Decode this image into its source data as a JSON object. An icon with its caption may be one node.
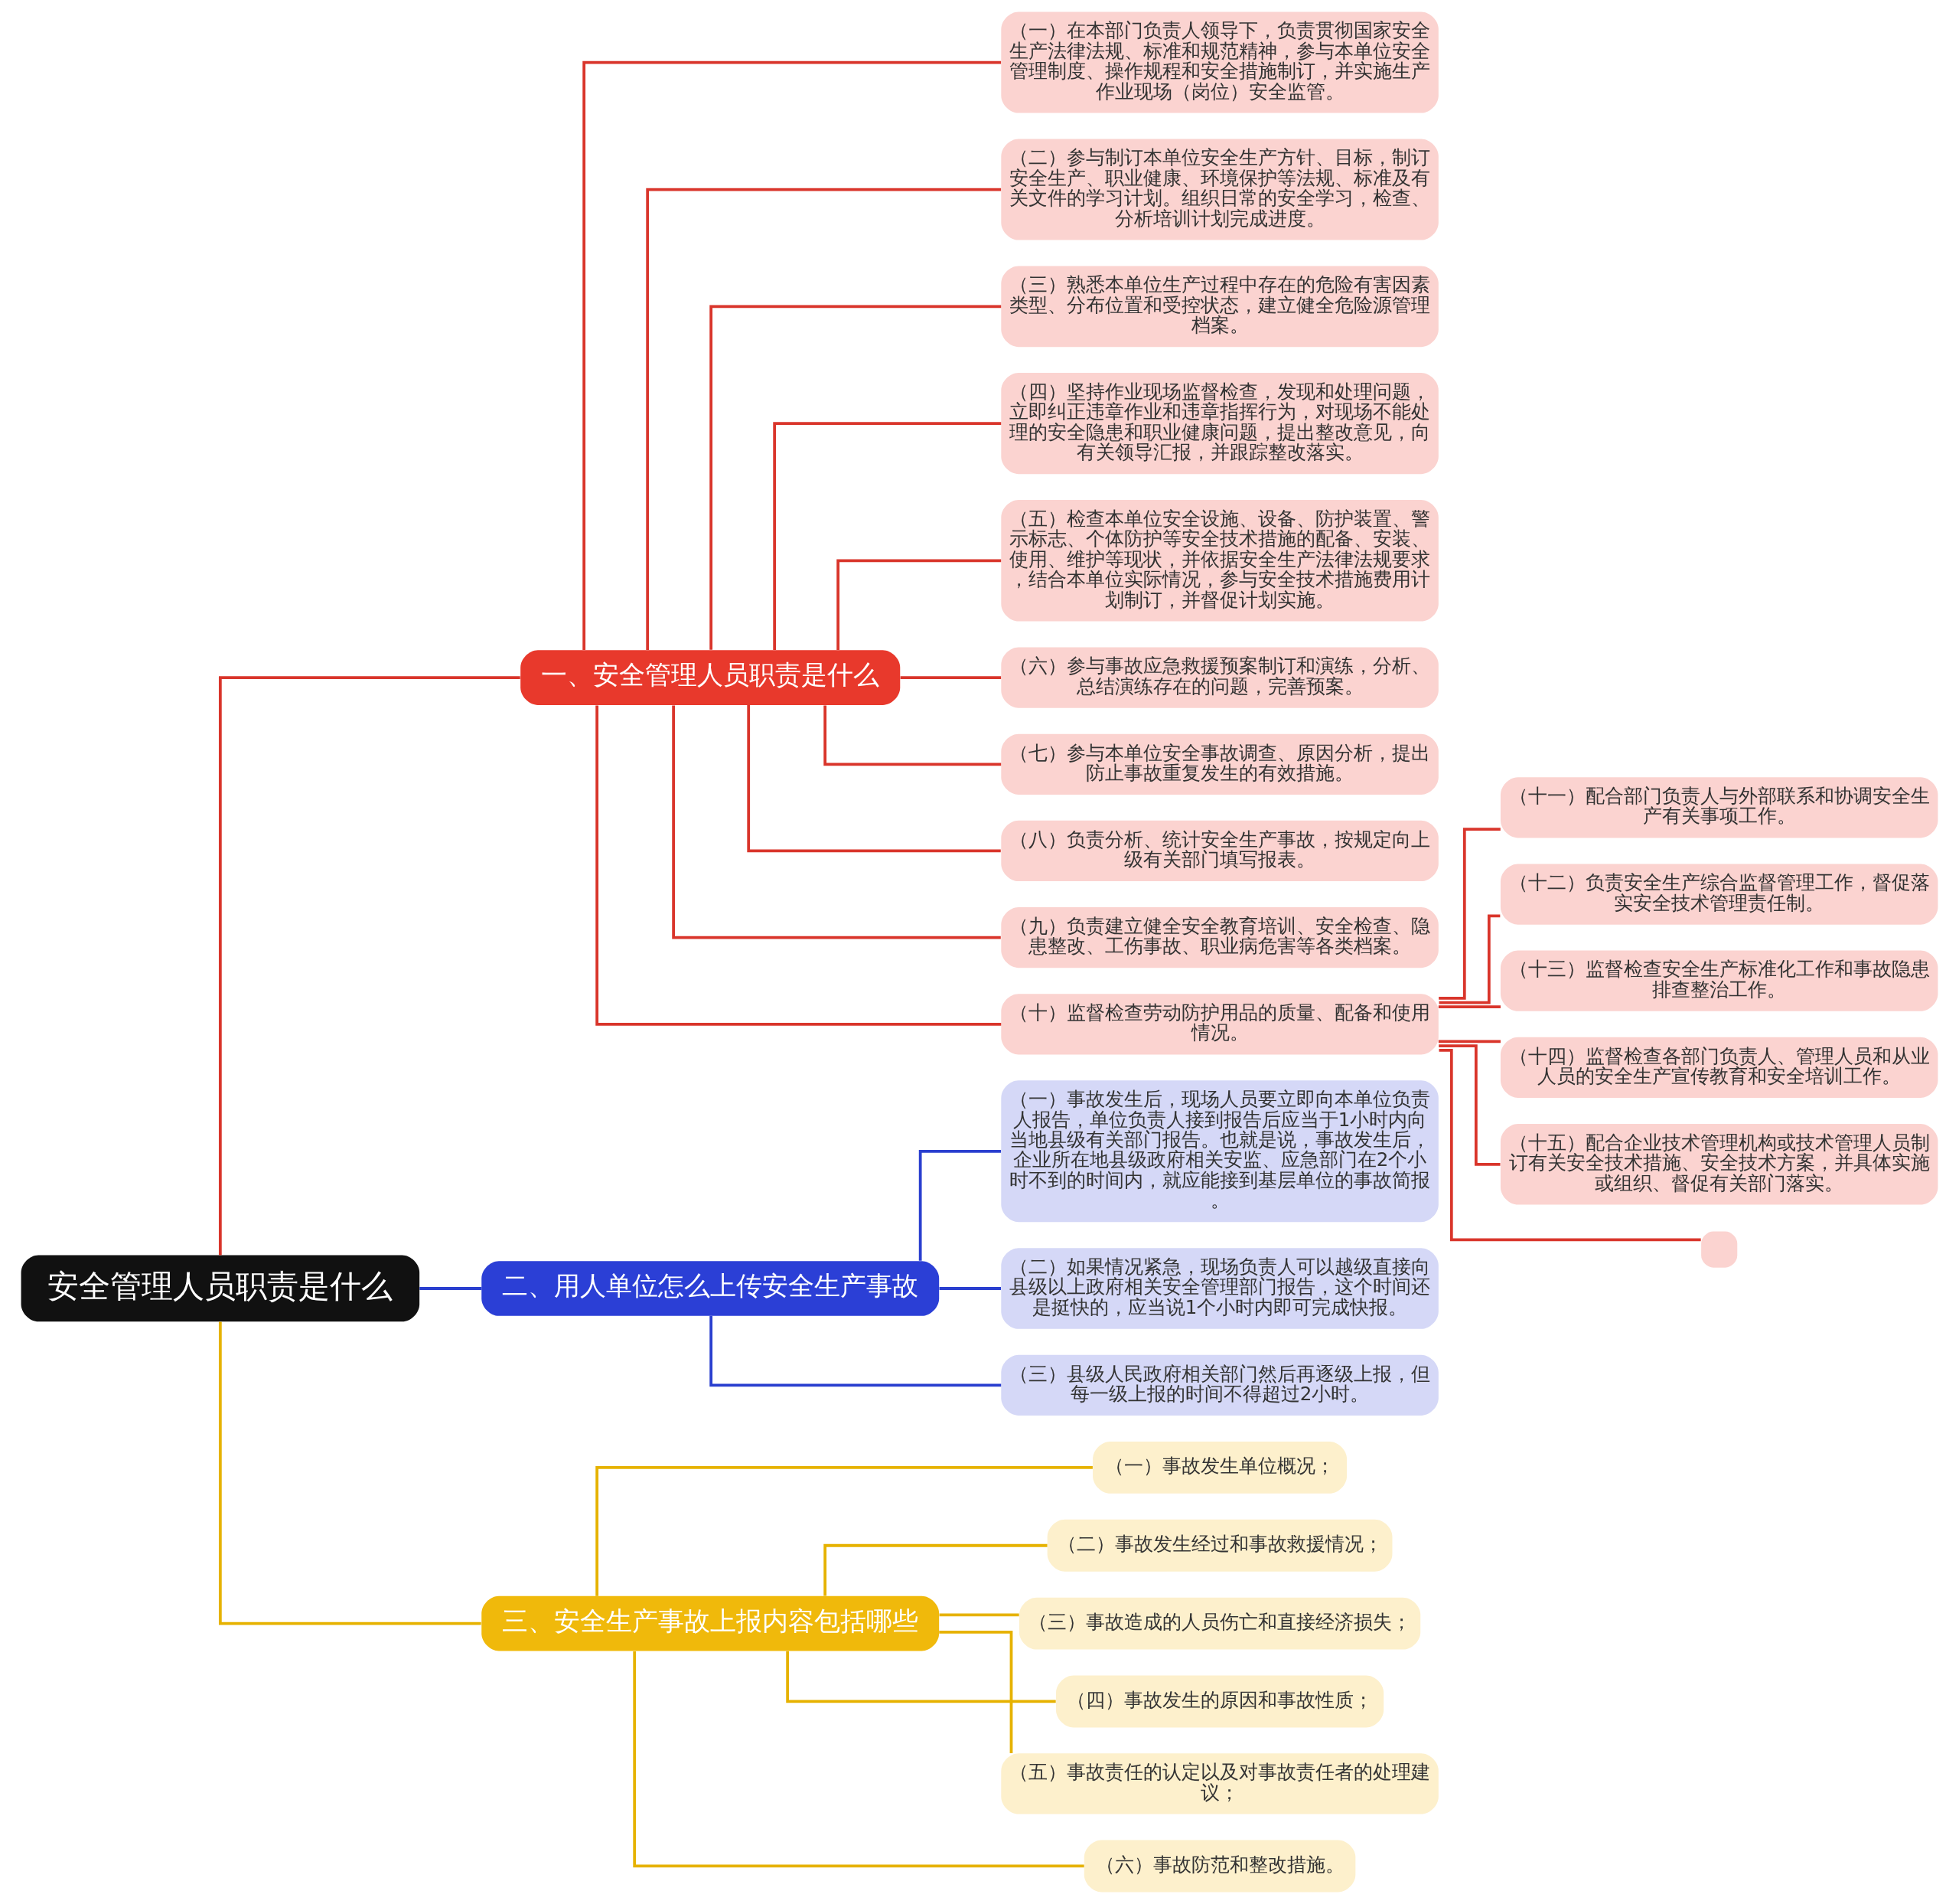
{
  "diagram": {
    "nodes": [
      {
        "text": [
          "安全管理人员职责是什么"
        ]
      },
      {
        "text": [
          "一、安全管理人员职责是什么"
        ]
      },
      {
        "text": [
          "（一）在本部门负责人领导下，负责贯彻国家安全生产法律法规、标准和规范精神，参与本单位安全管理制度、操作规程和安全措施制订，并实施生产作业现场（岗位）安全监管。"
        ]
      },
      {
        "text": [
          "（二）参与制订本单位安全生产方针、目标，制订安全生产、职业健康、环境保护等法规、标准及有关文件的学习计划。组织日常的安全学习，检查、分析培训计划完成进度。"
        ]
      },
      {
        "text": [
          "（三）熟悉本单位生产过程中存在的危险有害因素类型、分布位置和受控状态，建立健全危险源管理档案。"
        ]
      },
      {
        "text": [
          "（四）坚持作业现场监督检查，发现和处理问题，立即纠正违章作业和违章指挥行为，对现场不能处理的安全隐患和职业健康问题，提出整改意见，向有关领导汇报，并跟踪整改落实。"
        ]
      },
      {
        "text": [
          "（五）检查本单位安全设施、设备、防护装置、警示标志、个体防护等安全技术措施的配备、安装、使用、维护等现状，并依据安全生产法律法规要求，结合本单位实际情况，参与安全技术措施费用计划制订，并督促计划实施。"
        ]
      },
      {
        "text": [
          "（六）参与事故应急救援预案制订和演练，分析、总结演练存在的问题，完善预案。"
        ]
      },
      {
        "text": [
          "（七）参与本单位安全事故调查、原因分析，提出防止事故重复发生的有效措施。"
        ]
      },
      {
        "text": [
          "（八）负责分析、统计安全生产事故，按规定向上级有关部门填写报表。"
        ]
      },
      {
        "text": [
          "（九）负责建立健全安全教育培训、安全检查、隐患整改、工伤事故、职业病危害等各类档案。"
        ]
      },
      {
        "text": [
          "（十）监督检查劳动防护用品的质量、配备和使用情况。"
        ]
      },
      {
        "text": [
          "（十一）配合部门负责人与外部联系和协调安全生产有关事项工作。"
        ]
      },
      {
        "text": [
          "（十二）负责安全生产综合监督管理工作，督促落实安全技术管理责任制。"
        ]
      },
      {
        "text": [
          "（十三）监督检查安全生产标准化工作和事故隐患排查整治工作。"
        ]
      },
      {
        "text": [
          "（十四）监督检查各部门负责人、管理人员和从业人员的安全生产宣传教育和安全培训工作。"
        ]
      },
      {
        "text": [
          "（十五）配合企业技术管理机构或技术管理人员制订有关安全技术措施、安全技术方案，并具体实施或组织、督促有关部门落实。"
        ]
      },
      {
        "text": [],
        "shape": "box"
      },
      {
        "text": [
          "二、用人单位怎么上传安全生产事故"
        ]
      },
      {
        "text": [
          "（一）事故发生后，现场人员要立即向本单位负责人报告，单位负责人接到报告后应当于1小时内向当地县级有关部门报告。也就是说，事故发生后，企业所在地县级政府相关安监、应急部门在2个小时不到的时间内，就应能接到基层单位的事故简报。"
        ]
      },
      {
        "text": [
          "（二）如果情况紧急，现场负责人可以越级直接向县级以上政府相关安全管理部门报告，这个时间还是挺快的，应当说1个小时内即可完成快报。"
        ]
      },
      {
        "text": [
          "（三）县级人民政府相关部门然后再逐级上报，但每一级上报的时间不得超过2小时。"
        ]
      },
      {
        "text": [
          "三、安全生产事故上报内容包括哪些"
        ]
      },
      {
        "text": [
          "（一）事故发生单位概况；"
        ]
      },
      {
        "text": [
          "（二）事故发生经过和事故救援情况；"
        ]
      },
      {
        "text": [
          "（三）事故造成的人员伤亡和直接经济损失；"
        ]
      },
      {
        "text": [
          "（四）事故发生的原因和事故性质；"
        ]
      },
      {
        "text": [
          "（五）事故责任的认定以及对事故责任者的处理建议；"
        ]
      },
      {
        "text": [
          "（六）事故防范和整改措施。"
        ]
      }
    ],
    "edges": [
      {
        "from": 0,
        "to": 1,
        "arrow": "none"
      },
      {
        "from": 1,
        "to": 2,
        "arrow": "none"
      },
      {
        "from": 1,
        "to": 3,
        "arrow": "none"
      },
      {
        "from": 1,
        "to": 4,
        "arrow": "none"
      },
      {
        "from": 1,
        "to": 5,
        "arrow": "none"
      },
      {
        "from": 1,
        "to": 6,
        "arrow": "none"
      },
      {
        "from": 1,
        "to": 7,
        "arrow": "none"
      },
      {
        "from": 1,
        "to": 8,
        "arrow": "none"
      },
      {
        "from": 1,
        "to": 9,
        "arrow": "none"
      },
      {
        "from": 1,
        "to": 10,
        "arrow": "none"
      },
      {
        "from": 1,
        "to": 11,
        "arrow": "none"
      },
      {
        "from": 11,
        "to": 12,
        "arrow": "none"
      },
      {
        "from": 11,
        "to": 13,
        "arrow": "none"
      },
      {
        "from": 11,
        "to": 14,
        "arrow": "none"
      },
      {
        "from": 11,
        "to": 15,
        "arrow": "none"
      },
      {
        "from": 11,
        "to": 16,
        "arrow": "none"
      },
      {
        "from": 11,
        "to": 17,
        "arrow": "none"
      },
      {
        "from": 0,
        "to": 18,
        "arrow": "none",
        "color": "#2a3fcf"
      },
      {
        "from": 18,
        "to": 19,
        "arrow": "none",
        "color": "#2a3fcf"
      },
      {
        "from": 18,
        "to": 20,
        "arrow": "none",
        "color": "#2a3fcf"
      },
      {
        "from": 18,
        "to": 21,
        "arrow": "none",
        "color": "#2a3fcf"
      },
      {
        "from": 0,
        "to": 22,
        "arrow": "none",
        "color": "#e6b200"
      },
      {
        "from": 22,
        "to": 23,
        "arrow": "none",
        "color": "#e6b200"
      },
      {
        "from": 22,
        "to": 24,
        "arrow": "none",
        "color": "#e6b200"
      },
      {
        "from": 22,
        "to": 25,
        "arrow": "none",
        "color": "#e6b200"
      },
      {
        "from": 22,
        "to": 26,
        "arrow": "none",
        "color": "#e6b200"
      },
      {
        "from": 22,
        "to": 27,
        "arrow": "none",
        "color": "#e6b200"
      },
      {
        "from": 22,
        "to": 28,
        "arrow": "none",
        "color": "#e6b200"
      }
    ]
  }
}
